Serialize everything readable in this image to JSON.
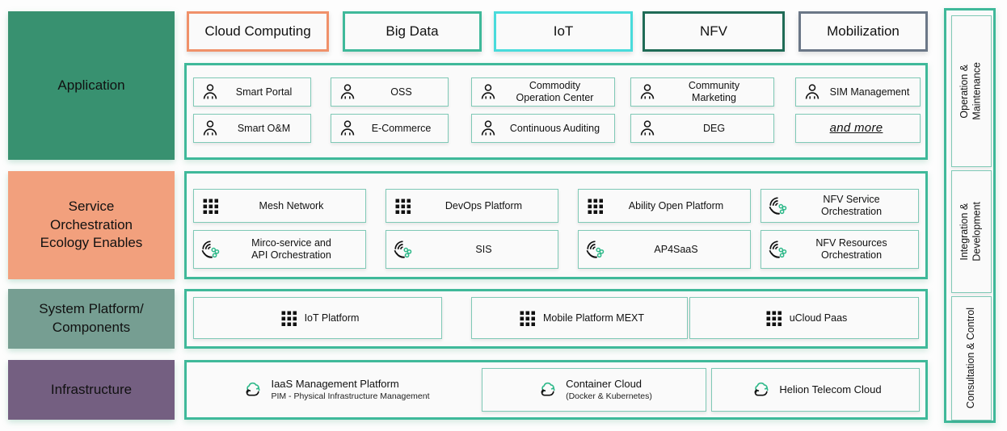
{
  "layers": [
    {
      "id": "application",
      "label": "Application",
      "color": "#389170"
    },
    {
      "id": "service-orchestration",
      "label": "Service\nOrchestration\nEcology Enables",
      "color": "#f2a07d"
    },
    {
      "id": "system-platform",
      "label": "System Platform/\nComponents",
      "color": "#769e92"
    },
    {
      "id": "infrastructure",
      "label": "Infrastructure",
      "color": "#745f81"
    }
  ],
  "layer_labels": {
    "application": "Application",
    "service_l1": "Service",
    "service_l2": "Orchestration",
    "service_l3": "Ecology Enables",
    "system_l1": "System Platform/",
    "system_l2": "Components",
    "infrastructure": "Infrastructure"
  },
  "tabs": [
    {
      "label": "Cloud Computing",
      "border_color": "#f0916a"
    },
    {
      "label": "Big Data",
      "border_color": "#3fb99a"
    },
    {
      "label": "IoT",
      "border_color": "#49dbdb"
    },
    {
      "label": "NFV",
      "border_color": "#1f6b56"
    },
    {
      "label": "Mobilization",
      "border_color": "#6b7787"
    }
  ],
  "application_items": [
    {
      "label": "Smart Portal",
      "icon": "person-icon"
    },
    {
      "label": "OSS",
      "icon": "person-icon"
    },
    {
      "label": "Commodity\nOperation Center",
      "icon": "person-icon"
    },
    {
      "label": "Community\nMarketing",
      "icon": "person-icon"
    },
    {
      "label": "SIM Management",
      "icon": "person-icon"
    },
    {
      "label": "Smart O&M",
      "icon": "person-icon"
    },
    {
      "label": "E-Commerce",
      "icon": "person-icon"
    },
    {
      "label": "Continuous Auditing",
      "icon": "person-icon"
    },
    {
      "label": "DEG",
      "icon": "person-icon"
    },
    {
      "label": "and more",
      "icon": "none"
    }
  ],
  "service_items": [
    {
      "label": "Mesh Network",
      "icon": "grid-icon"
    },
    {
      "label": "DevOps Platform",
      "icon": "grid-icon"
    },
    {
      "label": "Ability Open Platform",
      "icon": "grid-icon"
    },
    {
      "label": "NFV Service\nOrchestration",
      "icon": "orchestration-icon"
    },
    {
      "label": "Mirco-service and\nAPI Orchestration",
      "icon": "orchestration-icon"
    },
    {
      "label": "SIS",
      "icon": "orchestration-icon"
    },
    {
      "label": "AP4SaaS",
      "icon": "orchestration-icon"
    },
    {
      "label": "NFV Resources\nOrchestration",
      "icon": "orchestration-icon"
    }
  ],
  "system_items": [
    {
      "label": "IoT Platform",
      "icon": "grid-icon"
    },
    {
      "label": "Mobile Platform MEXT",
      "icon": "grid-icon"
    },
    {
      "label": "uCloud Paas",
      "icon": "grid-icon"
    }
  ],
  "infrastructure_items": [
    {
      "title": "IaaS Management Platform",
      "subtitle": "PIM - Physical Infrastructure Management",
      "icon": "cloud-refresh-icon",
      "bordered": false
    },
    {
      "title": "Container Cloud",
      "subtitle": "(Docker & Kubernetes)",
      "icon": "cloud-refresh-icon",
      "bordered": true
    },
    {
      "title": "Helion Telecom Cloud",
      "subtitle": "",
      "icon": "cloud-refresh-icon",
      "bordered": true
    }
  ],
  "side_rail": [
    {
      "label": "Operation &\nMaintenance"
    },
    {
      "label": "Integration &\nDevelopment"
    },
    {
      "label": "Consultation & Control"
    }
  ],
  "colors": {
    "teal_border": "#3fb99a",
    "card_border": "#7fc9b6",
    "panel_bg": "#fafafa",
    "icon_green": "#2fb98a",
    "page_bg": "#fdfdfd"
  }
}
